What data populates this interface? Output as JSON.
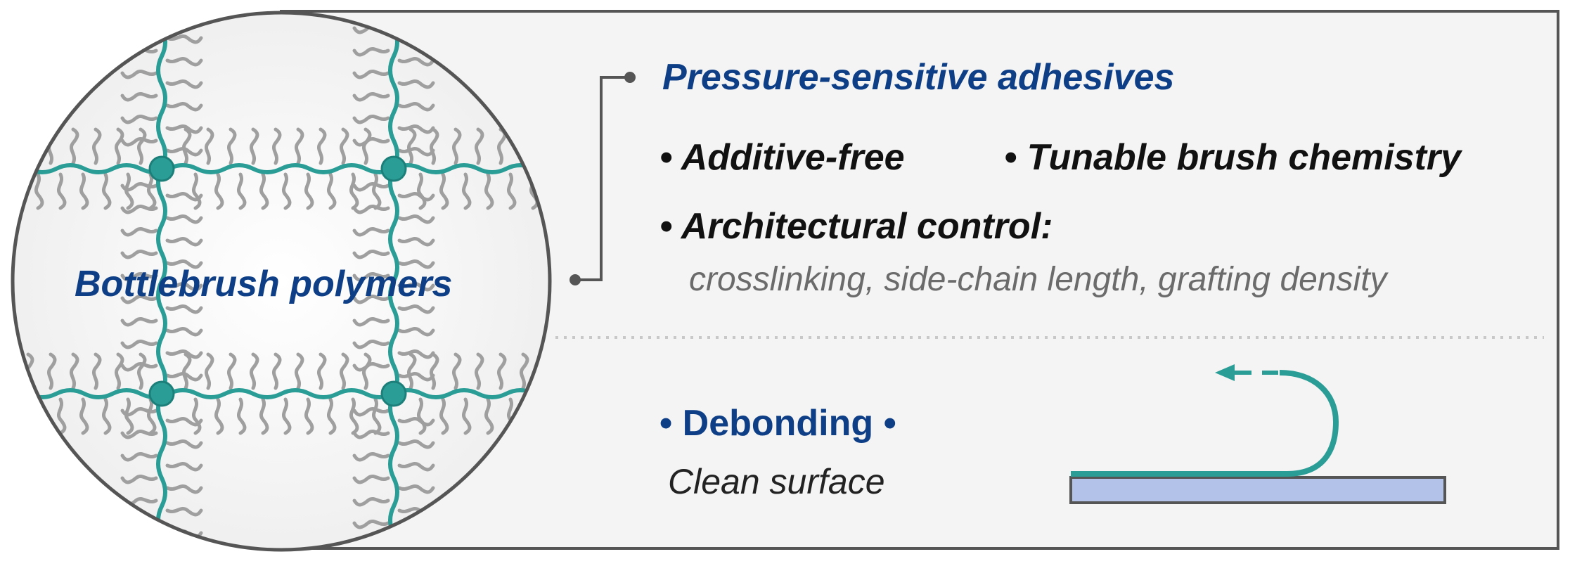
{
  "panel": {
    "heading": "Pressure-sensitive adhesives",
    "bullets": [
      "• Additive-free",
      "• Tunable brush chemistry",
      "• Architectural control:"
    ],
    "architecture_detail": "crosslinking, side-chain length, grafting density",
    "debonding_label": "• Debonding •",
    "debonding_detail": "Clean surface"
  },
  "circle": {
    "label": "Bottlebrush polymers"
  },
  "colors": {
    "teal": "#2a9d96",
    "navy": "#0e3f86",
    "panel_bg": "#f4f4f4",
    "substrate": "#b3c2e8",
    "side_chain": "#9f9f9f"
  }
}
